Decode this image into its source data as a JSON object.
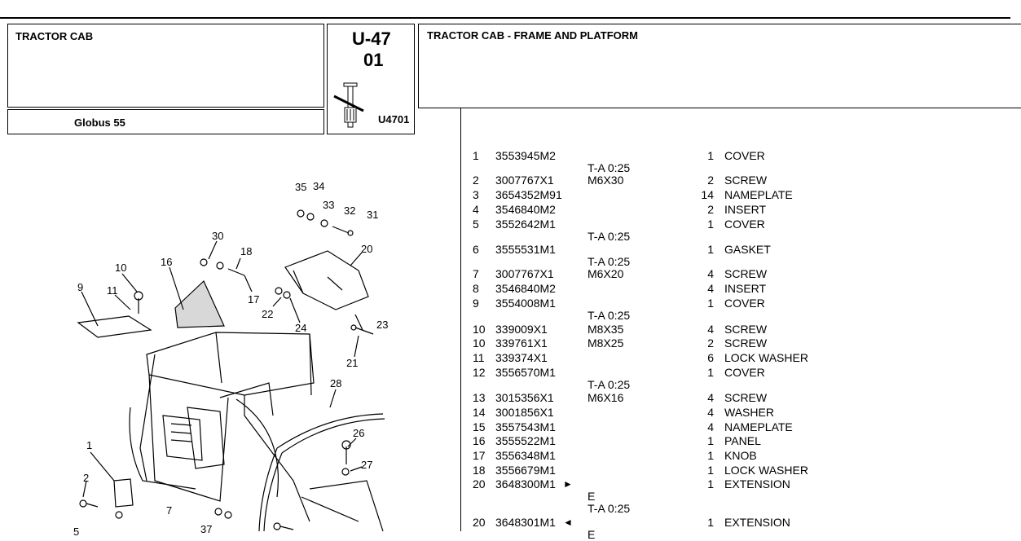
{
  "header": {
    "group_title": "TRACTOR CAB",
    "model": "Globus 55",
    "page_code": "U-47",
    "page_sub": "01",
    "illustration_ref": "U4701",
    "section_title": "TRACTOR CAB - FRAME AND PLATFORM"
  },
  "diagram": {
    "callouts": [
      "35",
      "34",
      "33",
      "32",
      "31",
      "30",
      "18",
      "20",
      "10",
      "16",
      "9",
      "11",
      "17",
      "22",
      "23",
      "24",
      "21",
      "28",
      "1",
      "26",
      "27",
      "2",
      "7",
      "37",
      "5"
    ]
  },
  "parts": [
    {
      "idx": "1",
      "part": "3553945M2",
      "mark": "",
      "spec": "",
      "spec_below": "T-A 0:25",
      "qty": "1",
      "desc": "COVER"
    },
    {
      "idx": "2",
      "part": "3007767X1",
      "mark": "",
      "spec": "M6X30",
      "spec_below": "",
      "qty": "2",
      "desc": "SCREW"
    },
    {
      "idx": "3",
      "part": "3654352M91",
      "mark": "",
      "spec": "",
      "spec_below": "",
      "qty": "14",
      "desc": "NAMEPLATE"
    },
    {
      "idx": "4",
      "part": "3546840M2",
      "mark": "",
      "spec": "",
      "spec_below": "",
      "qty": "2",
      "desc": "INSERT"
    },
    {
      "idx": "5",
      "part": "3552642M1",
      "mark": "",
      "spec": "",
      "spec_below": "T-A 0:25",
      "qty": "1",
      "desc": "COVER"
    },
    {
      "idx": "6",
      "part": "3555531M1",
      "mark": "",
      "spec": "",
      "spec_below": "T-A 0:25",
      "qty": "1",
      "desc": "GASKET"
    },
    {
      "idx": "7",
      "part": "3007767X1",
      "mark": "",
      "spec": "M6X20",
      "spec_below": "",
      "qty": "4",
      "desc": "SCREW"
    },
    {
      "idx": "8",
      "part": "3546840M2",
      "mark": "",
      "spec": "",
      "spec_below": "",
      "qty": "4",
      "desc": "INSERT"
    },
    {
      "idx": "9",
      "part": "3554008M1",
      "mark": "",
      "spec": "",
      "spec_below": "T-A 0:25",
      "qty": "1",
      "desc": "COVER"
    },
    {
      "idx": "10",
      "part": "339009X1",
      "mark": "",
      "spec": "M8X35",
      "spec_below": "",
      "qty": "4",
      "desc": "SCREW"
    },
    {
      "idx": "10",
      "part": "339761X1",
      "mark": "",
      "spec": "M8X25",
      "spec_below": "",
      "qty": "2",
      "desc": "SCREW"
    },
    {
      "idx": "11",
      "part": "339374X1",
      "mark": "",
      "spec": "",
      "spec_below": "",
      "qty": "6",
      "desc": "LOCK WASHER"
    },
    {
      "idx": "12",
      "part": "3556570M1",
      "mark": "",
      "spec": "",
      "spec_below": "T-A 0:25",
      "qty": "1",
      "desc": "COVER"
    },
    {
      "idx": "13",
      "part": "3015356X1",
      "mark": "",
      "spec": "M6X16",
      "spec_below": "",
      "qty": "4",
      "desc": "SCREW"
    },
    {
      "idx": "14",
      "part": "3001856X1",
      "mark": "",
      "spec": "",
      "spec_below": "",
      "qty": "4",
      "desc": "WASHER"
    },
    {
      "idx": "15",
      "part": "3557543M1",
      "mark": "",
      "spec": "",
      "spec_below": "",
      "qty": "4",
      "desc": "NAMEPLATE"
    },
    {
      "idx": "16",
      "part": "3555522M1",
      "mark": "",
      "spec": "",
      "spec_below": "",
      "qty": "1",
      "desc": "PANEL"
    },
    {
      "idx": "17",
      "part": "3556348M1",
      "mark": "",
      "spec": "",
      "spec_below": "",
      "qty": "1",
      "desc": "KNOB"
    },
    {
      "idx": "18",
      "part": "3556679M1",
      "mark": "",
      "spec": "",
      "spec_below": "",
      "qty": "1",
      "desc": "LOCK WASHER"
    },
    {
      "idx": "20",
      "part": "3648300M1",
      "mark": "►",
      "spec": "",
      "spec_below": "E",
      "spec_below2": "T-A 0:25",
      "qty": "1",
      "desc": "EXTENSION"
    },
    {
      "idx": "20",
      "part": "3648301M1",
      "mark": "◄",
      "spec": "",
      "spec_below": "E",
      "qty": "1",
      "desc": "EXTENSION"
    }
  ]
}
